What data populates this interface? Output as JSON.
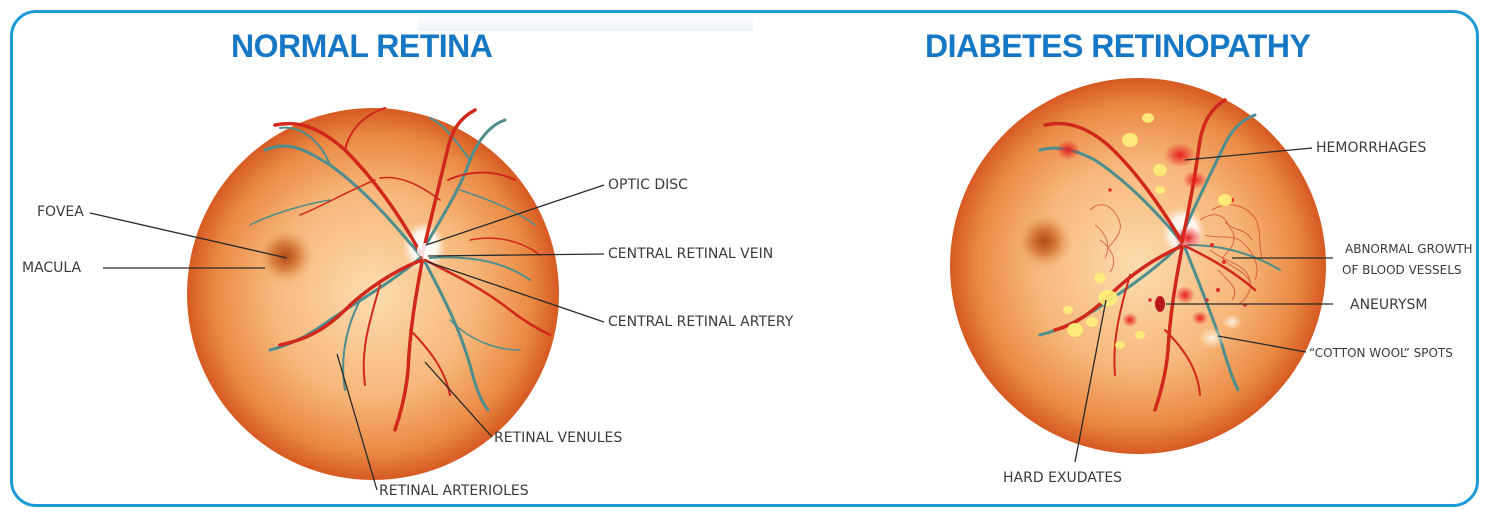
{
  "colors": {
    "frame": "#1e9bd7",
    "title": "#1677c4",
    "label_text": "#3a3a3a",
    "retina_center": "#fbd8a8",
    "retina_edge": "#e0682a",
    "artery": "#d0281b",
    "vein": "#4f8e8c",
    "exudate": "#fff07a",
    "hemorrhage": "#e62020"
  },
  "left": {
    "title": "NORMAL RETINA",
    "labels": {
      "fovea": "FOVEA",
      "macula": "MACULA",
      "optic_disc": "OPTIC DISC",
      "central_retinal_vein": "CENTRAL RETINAL VEIN",
      "central_retinal_artery": "CENTRAL RETINAL ARTERY",
      "retinal_venules": "RETINAL VENULES",
      "retinal_arterioles": "RETINAL ARTERIOLES"
    }
  },
  "right": {
    "title": "DIABETES RETINOPATHY",
    "labels": {
      "hemorrhages": "HEMORRHAGES",
      "abnormal_growth_line1": "ABNORMAL GROWTH",
      "abnormal_growth_line2": "OF BLOOD VESSELS",
      "aneurysm": "ANEURYSM",
      "cotton_wool_spots": "“COTTON WOOL” SPOTS",
      "hard_exudates": "HARD EXUDATES"
    }
  }
}
